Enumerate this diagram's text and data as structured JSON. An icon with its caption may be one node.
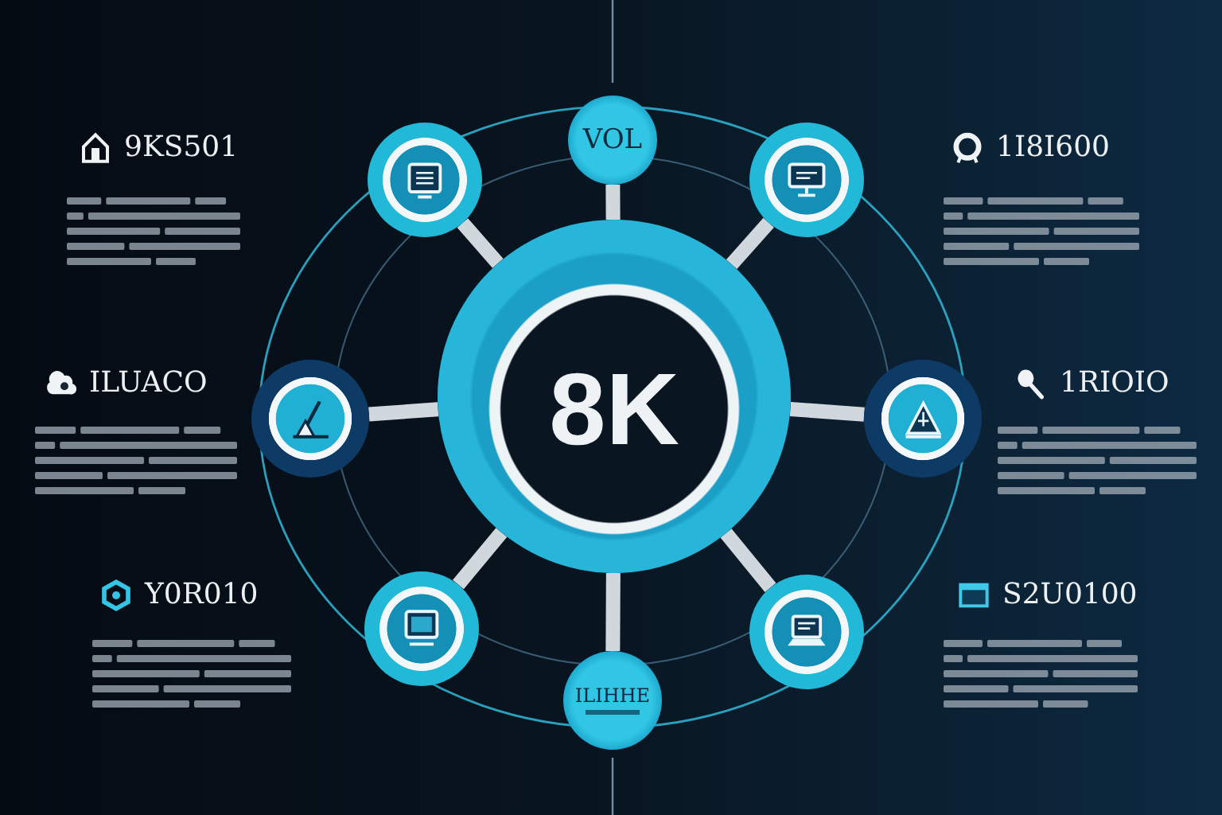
{
  "diagram": {
    "nodes": [
      {
        "text": [
          "VOL"
        ]
      },
      {
        "text": [],
        "shape": "circle"
      },
      {
        "text": [],
        "shape": "circle"
      },
      {
        "text": [],
        "shape": "circle"
      },
      {
        "text": [
          "8K"
        ]
      },
      {
        "text": [],
        "shape": "circle"
      },
      {
        "text": [],
        "shape": "circle"
      },
      {
        "text": [],
        "shape": "circle"
      },
      {
        "text": [
          "ILIHHE"
        ]
      }
    ],
    "edges": [
      {
        "from": 4,
        "to": 0,
        "arrow": "none"
      },
      {
        "from": 4,
        "to": 1,
        "arrow": "none"
      },
      {
        "from": 4,
        "to": 2,
        "arrow": "none"
      },
      {
        "from": 4,
        "to": 3,
        "arrow": "none"
      },
      {
        "from": 4,
        "to": 5,
        "arrow": "none"
      },
      {
        "from": 4,
        "to": 6,
        "arrow": "none"
      },
      {
        "from": 4,
        "to": 7,
        "arrow": "none"
      },
      {
        "from": 4,
        "to": 8,
        "arrow": "none"
      }
    ],
    "labels": [
      "9KS501",
      "1I8I600",
      "ILUACO",
      "1RIOIO",
      "Y0R010",
      "S2U0100"
    ]
  }
}
